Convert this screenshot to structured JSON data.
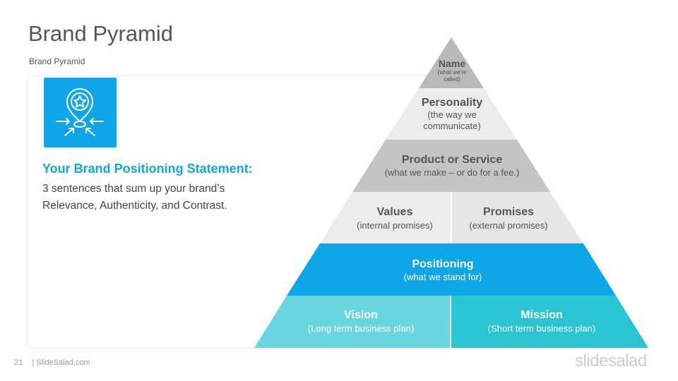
{
  "slide": {
    "title": "Brand Pyramid",
    "subtitle": "Brand  Pyramid",
    "heading": "Your Brand Positioning Statement:",
    "body": "3 sentences that sum up your brand’s Relevance, Authenticity, and Contrast.",
    "icon": "location-pin-star-icon"
  },
  "pyramid": {
    "name": {
      "title": "Name",
      "sub": "(what we’re called)"
    },
    "personality": {
      "title": "Personality",
      "sub": "(the way we communicate)"
    },
    "product": {
      "title": "Product or Service",
      "sub": "(what we make – or do for a fee.)"
    },
    "values": {
      "title": "Values",
      "sub": "(internal promises)"
    },
    "promises": {
      "title": "Promises",
      "sub": "(external promises)"
    },
    "positioning": {
      "title": "Positioning",
      "sub": "(what we stand for)"
    },
    "vision": {
      "title": "Vision",
      "sub": "(Long term business plan)"
    },
    "mission": {
      "title": "Mission",
      "sub": "(Short term business plan)"
    }
  },
  "colors": {
    "accent": "#0ea5e9",
    "name_tier": "#b9b9b9",
    "light_gray": "#ececec",
    "mid_gray": "#c4c4c4",
    "light_gray_2": "#e9e9e9",
    "positioning": "#0ea5e9",
    "vision": "#67d6e1",
    "mission": "#2bc4d2"
  },
  "footer": {
    "page_number": "21",
    "site": "| SlideSalad.com",
    "logo": "slidesalad"
  }
}
